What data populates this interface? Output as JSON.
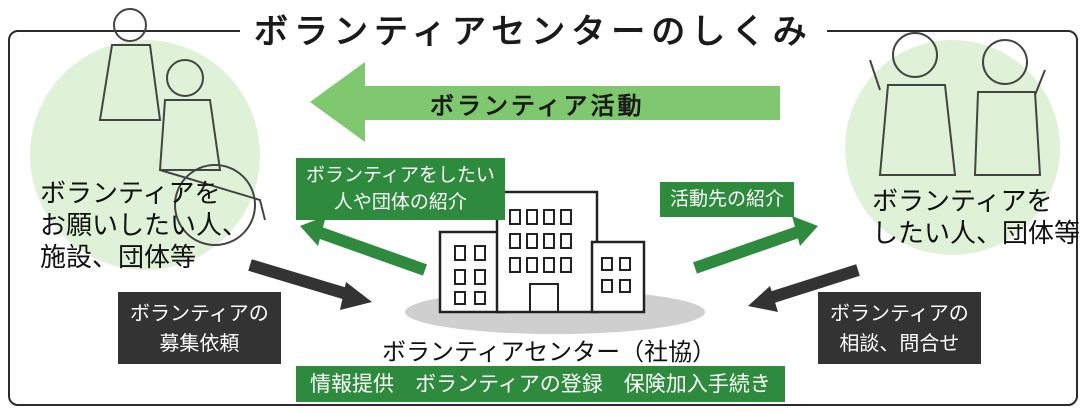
{
  "title": "ボランティアセンターのしくみ",
  "top_arrow_label": "ボランティア活動",
  "left_group": {
    "lines": [
      "ボランティアを",
      "お願いしたい人、",
      "施設、団体等"
    ]
  },
  "right_group": {
    "lines": [
      "ボランティアを",
      "したい人、団体等"
    ]
  },
  "introduce_people": {
    "lines": [
      "ボランティアをしたい",
      "人や団体の紹介"
    ]
  },
  "introduce_activity": "活動先の紹介",
  "recruit_request": {
    "lines": [
      "ボランティアの",
      "募集依頼"
    ]
  },
  "consultation": {
    "lines": [
      "ボランティアの",
      "相談、問合せ"
    ]
  },
  "center_name": "ボランティアセンター（社協）",
  "services": "情報提供　ボランティアの登録　保険加入手続き",
  "colors": {
    "green": "#2e8b3e",
    "light_green": "#7fc86f",
    "pale_green": "#dff2d8",
    "dark": "#333333"
  }
}
